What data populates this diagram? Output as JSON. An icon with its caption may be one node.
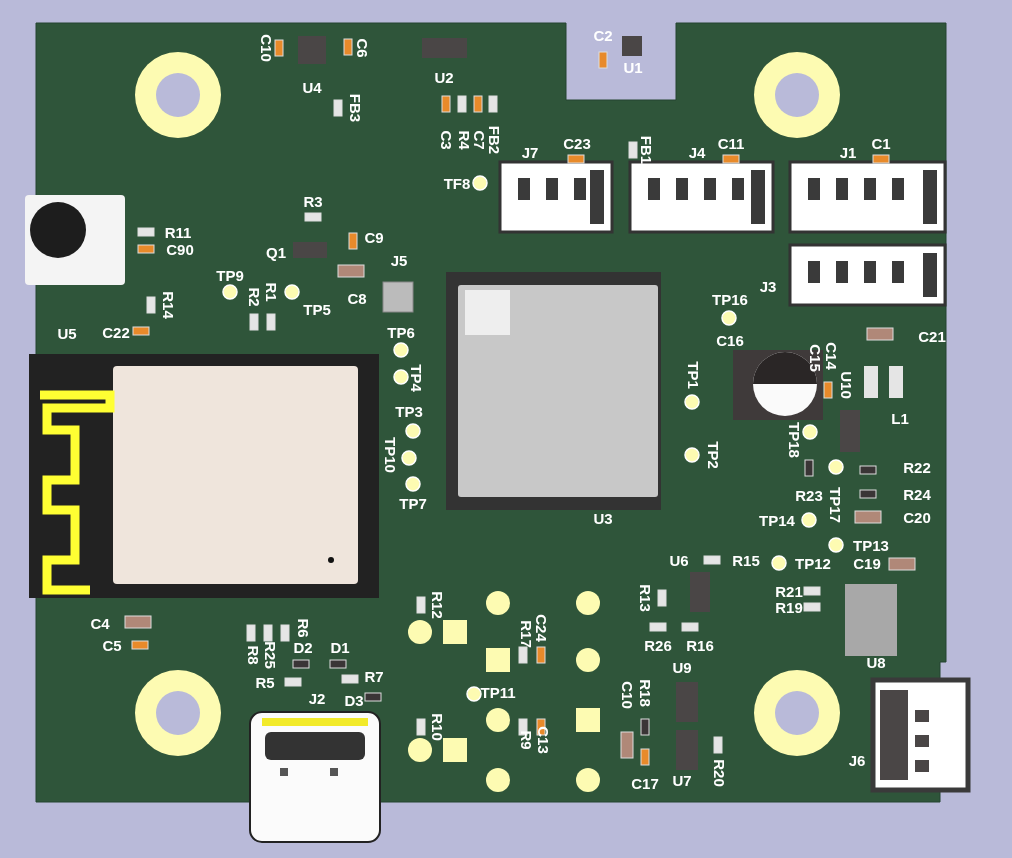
{
  "diagram": {
    "labels": [
      "C10",
      "C6",
      "U4",
      "U2",
      "FB3",
      "C3",
      "R4",
      "C7",
      "FB2",
      "C2",
      "U1",
      "TF8",
      "C23",
      "FB1",
      "J7",
      "J4",
      "C11",
      "C1",
      "J1",
      "R3",
      "R11",
      "C90",
      "Q1",
      "C9",
      "J5",
      "TP9",
      "R2",
      "R1",
      "TP5",
      "C8",
      "J3",
      "TP16",
      "R14",
      "U5",
      "C22",
      "TP6",
      "TP4",
      "TP3",
      "TP10",
      "TP7",
      "TP1",
      "TP2",
      "C16",
      "C15",
      "C14",
      "U10",
      "C21",
      "L1",
      "TP18",
      "R22",
      "R23",
      "TP17",
      "R24",
      "U3",
      "TP14",
      "C20",
      "TP13",
      "U6",
      "R15",
      "TP12",
      "C19",
      "R21",
      "R19",
      "R13",
      "R26",
      "R16",
      "U8",
      "U9",
      "C10",
      "R18",
      "C17",
      "U7",
      "R20",
      "J6",
      "R12",
      "R17",
      "C24",
      "TP11",
      "R10",
      "R9",
      "C13",
      "C4",
      "C5",
      "R6",
      "R8",
      "R25",
      "D2",
      "D1",
      "R5",
      "R7",
      "J2",
      "D3"
    ]
  }
}
